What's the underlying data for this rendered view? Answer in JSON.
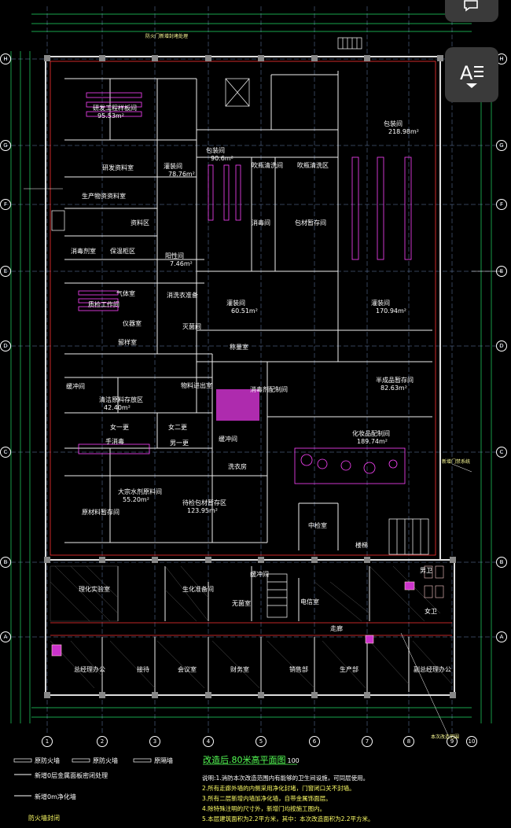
{
  "drawing": {
    "title": "改造后.80米高平面图",
    "scale": "100",
    "rooms": [
      {
        "id": "r1",
        "name": "研发工程样板间",
        "area": "95.53m²"
      },
      {
        "id": "r2",
        "name": "研发资料室",
        "area": ""
      },
      {
        "id": "r3",
        "name": "生产物资资料室",
        "area": ""
      },
      {
        "id": "r4",
        "name": "资料区",
        "area": ""
      },
      {
        "id": "r5",
        "name": "消毒剂室",
        "area": ""
      },
      {
        "id": "r6",
        "name": "保温柜区",
        "area": ""
      },
      {
        "id": "r7",
        "name": "质检工作间",
        "area": ""
      },
      {
        "id": "r8",
        "name": "气体室",
        "area": ""
      },
      {
        "id": "r9",
        "name": "仪器室",
        "area": ""
      },
      {
        "id": "r10",
        "name": "留样室",
        "area": ""
      },
      {
        "id": "r11",
        "name": "阳性间",
        "area": "7.46m²"
      },
      {
        "id": "r12",
        "name": "消洗衣准备",
        "area": ""
      },
      {
        "id": "r13",
        "name": "灭菌间",
        "area": ""
      },
      {
        "id": "r14",
        "name": "物料进出室",
        "area": ""
      },
      {
        "id": "r15",
        "name": "缓冲间",
        "area": ""
      },
      {
        "id": "r16",
        "name": "清洁原料存放区",
        "area": "42.40m²"
      },
      {
        "id": "r17",
        "name": "女一更",
        "area": ""
      },
      {
        "id": "r18",
        "name": "女二更",
        "area": ""
      },
      {
        "id": "r19",
        "name": "男一更",
        "area": ""
      },
      {
        "id": "r20",
        "name": "手消毒",
        "area": ""
      },
      {
        "id": "r21",
        "name": "原材料暂存间",
        "area": ""
      },
      {
        "id": "r22",
        "name": "大宗水剂原料间",
        "area": "55.20m²"
      },
      {
        "id": "r23",
        "name": "待检包材暂存区",
        "area": "123.95m²"
      },
      {
        "id": "r24",
        "name": "缓冲间",
        "area": ""
      },
      {
        "id": "r25",
        "name": "包装间",
        "area": "218.98m²"
      },
      {
        "id": "r26",
        "name": "包装间",
        "area": "90.6m²"
      },
      {
        "id": "r27",
        "name": "灌装间",
        "area": "78.76m²"
      },
      {
        "id": "r28",
        "name": "吹瓶清洗间",
        "area": ""
      },
      {
        "id": "r29",
        "name": "吹瓶清洗区",
        "area": ""
      },
      {
        "id": "r30",
        "name": "消毒间",
        "area": ""
      },
      {
        "id": "r31",
        "name": "包材暂存间",
        "area": ""
      },
      {
        "id": "r32",
        "name": "灌装间",
        "area": "60.51m²"
      },
      {
        "id": "r33",
        "name": "灌装间",
        "area": "170.94m²"
      },
      {
        "id": "r34",
        "name": "称量室",
        "area": ""
      },
      {
        "id": "r35",
        "name": "消毒剂配制间",
        "area": ""
      },
      {
        "id": "r36",
        "name": "半成品暂存间",
        "area": "82.63m²"
      },
      {
        "id": "r37",
        "name": "化妆品配制间",
        "area": "189.74m²"
      },
      {
        "id": "r38",
        "name": "洗衣房",
        "area": ""
      },
      {
        "id": "r39",
        "name": "中检室",
        "area": ""
      },
      {
        "id": "r40",
        "name": "理化实验室",
        "area": ""
      },
      {
        "id": "r41",
        "name": "生化准备间",
        "area": ""
      },
      {
        "id": "r42",
        "name": "无菌室",
        "area": ""
      },
      {
        "id": "r43",
        "name": "缓冲间",
        "area": ""
      },
      {
        "id": "r44",
        "name": "电信室",
        "area": ""
      },
      {
        "id": "r45",
        "name": "总经理办公",
        "area": ""
      },
      {
        "id": "r46",
        "name": "接待",
        "area": ""
      },
      {
        "id": "r47",
        "name": "会议室",
        "area": ""
      },
      {
        "id": "r48",
        "name": "财务室",
        "area": ""
      },
      {
        "id": "r49",
        "name": "销售部",
        "area": ""
      },
      {
        "id": "r50",
        "name": "生产部",
        "area": ""
      },
      {
        "id": "r51",
        "name": "副总经理办公",
        "area": ""
      },
      {
        "id": "r52",
        "name": "男卫",
        "area": ""
      },
      {
        "id": "r53",
        "name": "女卫",
        "area": ""
      },
      {
        "id": "r54",
        "name": "走廊",
        "area": ""
      }
    ],
    "grid_x": [
      "1",
      "2",
      "3",
      "4",
      "5",
      "6",
      "7",
      "8",
      "9",
      "10"
    ],
    "grid_y": [
      "A",
      "B",
      "C",
      "D",
      "E",
      "F",
      "G",
      "H"
    ],
    "legend": {
      "item1": "原防火墙",
      "item2": "原防火墙",
      "item3": "原隔墙",
      "item4": "新增0层金属面板密闭处理",
      "item5": "新增0m净化墙",
      "item6": "防火墙封闭"
    },
    "notes": [
      "说明:1.消防本次改造范围内有能够的卫生间设施，可同层使用。",
      "2.所有走廊外墙的内侧采用净化封堵，门窗闭口关不封墙。",
      "3.所有二层新增内墙加净化墙，自带金属饰面层。",
      "4.除特殊注明的尺寸外，新增门均按施工图内。",
      "5.本层建筑面积为2.2平方米，其中：本次改造面积为2.2平方米。"
    ],
    "annotations": {
      "top_note": "防火门新增封堵处理",
      "right_note1": "新增门禁系统",
      "right_note2": "本次改造范围",
      "stair": "楼梯"
    }
  }
}
